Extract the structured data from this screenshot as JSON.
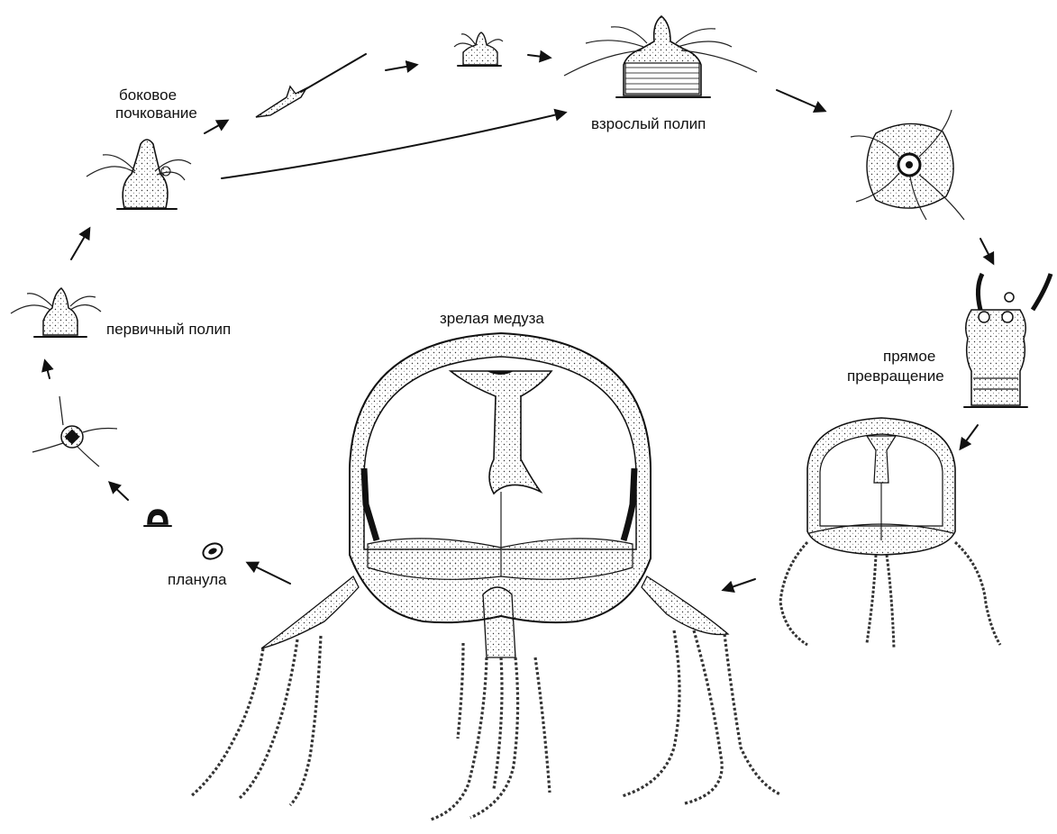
{
  "labels": {
    "lateral_budding_1": "боковое",
    "lateral_budding_2": "почкование",
    "adult_polyp": "взрослый полип",
    "primary_polyp": "первичный полип",
    "mature_medusa": "зрелая медуза",
    "direct_transform_1": "прямое",
    "direct_transform_2": "превращение",
    "planula": "планула"
  },
  "colors": {
    "ink": "#111111",
    "background": "#ffffff"
  }
}
